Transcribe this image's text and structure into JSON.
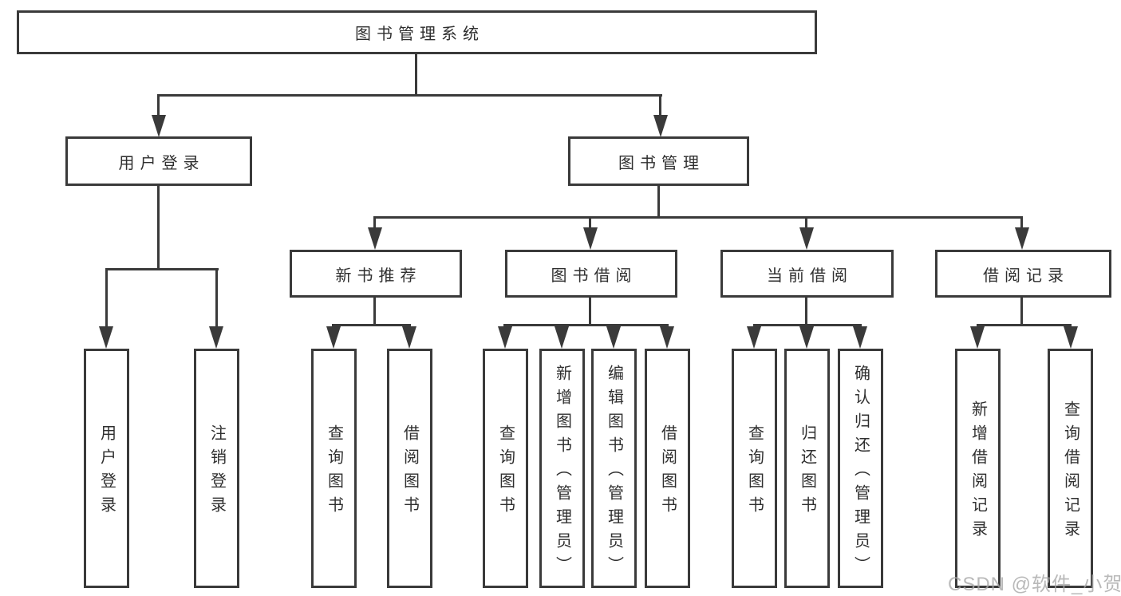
{
  "colors": {
    "line": "#3a3a3a",
    "text": "#2f2f2f",
    "watermark": "#a8a8a8",
    "background": "#ffffff"
  },
  "watermark": {
    "text": "CSDN @软件_小贺同学"
  },
  "tree": {
    "root": {
      "label": "图书管理系统"
    },
    "branches": [
      {
        "label": "用户登录",
        "children": [
          {
            "label": "用户登录"
          },
          {
            "label": "注销登录"
          }
        ]
      },
      {
        "label": "图书管理",
        "children": [
          {
            "label": "新书推荐",
            "children": [
              {
                "label": "查询图书"
              },
              {
                "label": "借阅图书"
              }
            ]
          },
          {
            "label": "图书借阅",
            "children": [
              {
                "label": "查询图书"
              },
              {
                "label": "新增图书（管理员）"
              },
              {
                "label": "编辑图书（管理员）"
              },
              {
                "label": "借阅图书"
              }
            ]
          },
          {
            "label": "当前借阅",
            "children": [
              {
                "label": "查询图书"
              },
              {
                "label": "归还图书"
              },
              {
                "label": "确认归还（管理员）"
              }
            ]
          },
          {
            "label": "借阅记录",
            "children": [
              {
                "label": "新增借阅记录"
              },
              {
                "label": "查询借阅记录"
              }
            ]
          }
        ]
      }
    ]
  }
}
